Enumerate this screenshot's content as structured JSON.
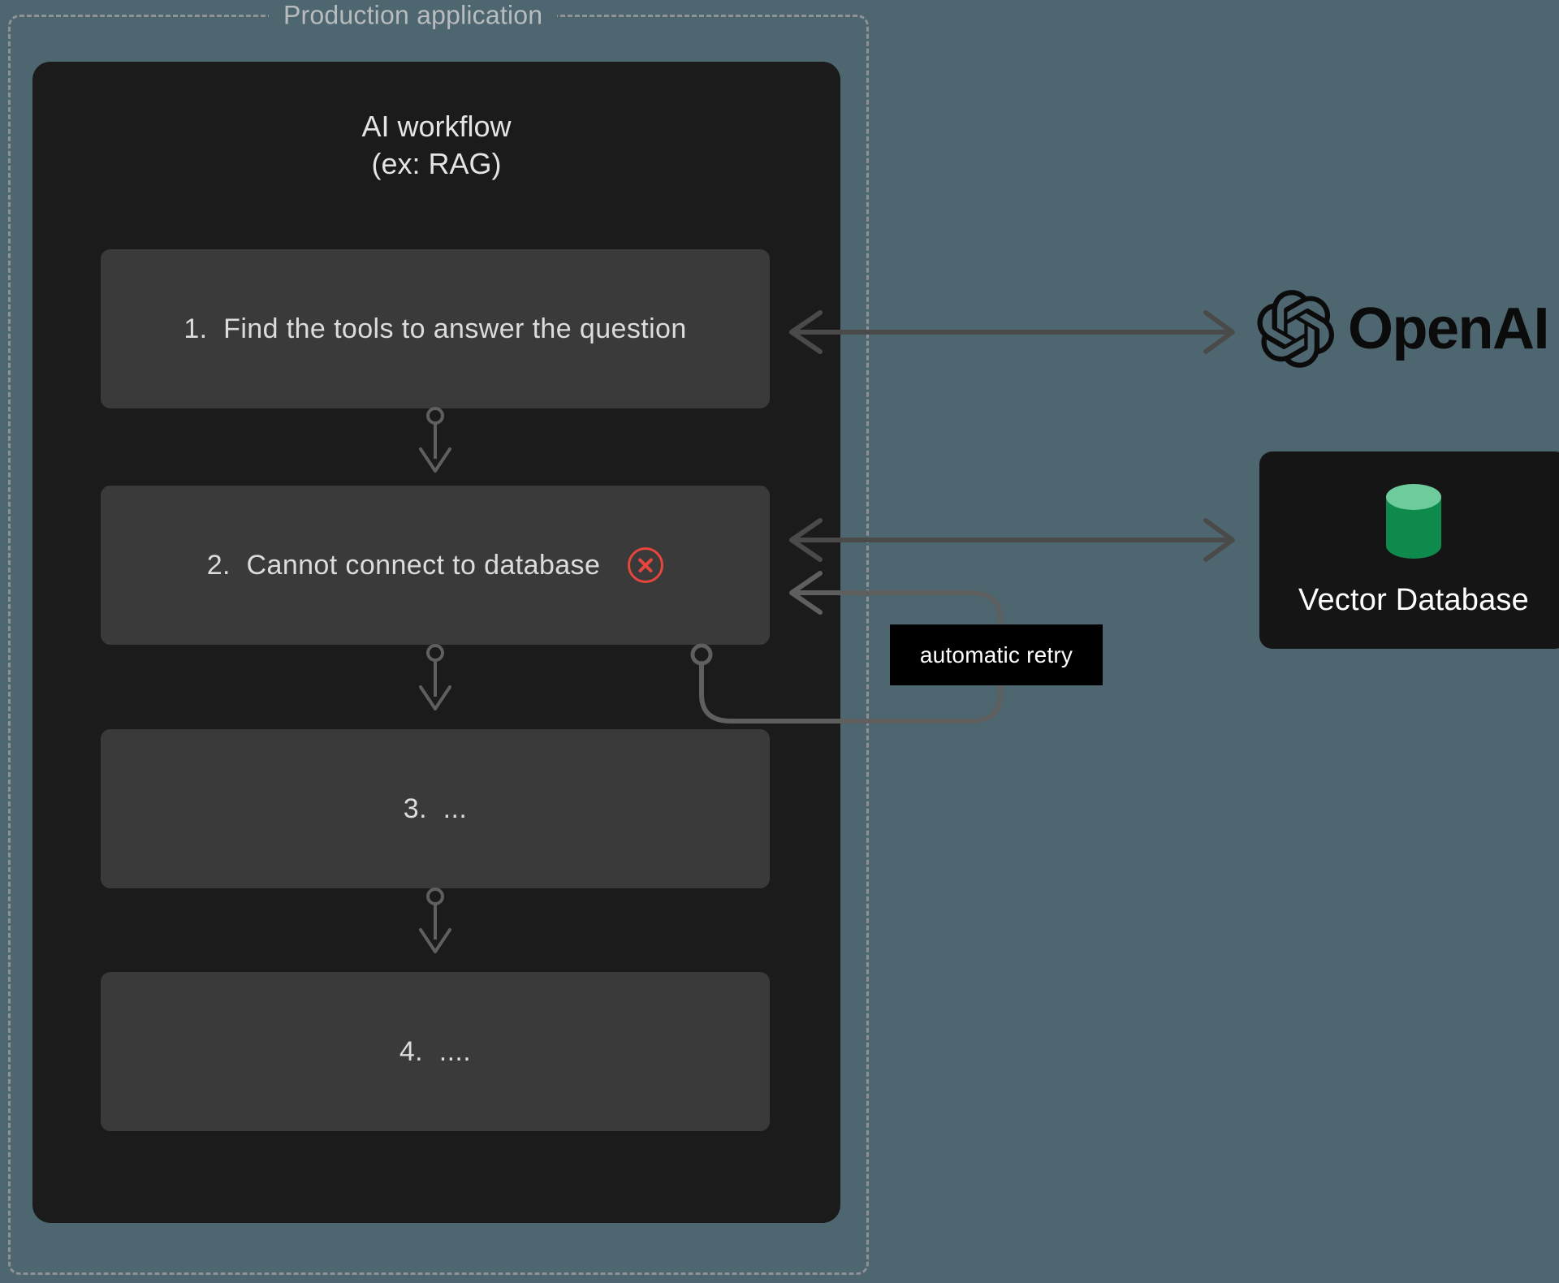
{
  "diagram": {
    "boundary_label": "Production application",
    "background_color": "#4d6670",
    "boundary_color": "#8e9295"
  },
  "workflow": {
    "title": "AI workflow\n(ex: RAG)",
    "panel_color": "#1b1b1b",
    "step_color": "#3a3a3a",
    "steps": [
      {
        "id": "step-1",
        "label": "1.  Find the tools to answer the question",
        "status": "ok"
      },
      {
        "id": "step-2",
        "label": "2.  Cannot connect to database",
        "status": "error"
      },
      {
        "id": "step-3",
        "label": "3.  ...",
        "status": "ok"
      },
      {
        "id": "step-4",
        "label": "4.  ....",
        "status": "ok"
      }
    ]
  },
  "services": {
    "openai": {
      "name": "OpenAI",
      "logo_color": "#0b0b0b",
      "icon": "openai-logo-icon"
    },
    "vector_database": {
      "name": "Vector Database",
      "card_color": "#151515",
      "icon": "database-cylinder-icon",
      "icon_top_color": "#6dcb9c",
      "icon_body_color": "#0f8a4d"
    }
  },
  "annotations": {
    "retry_label": "automatic retry",
    "retry_tag_bg": "#000000"
  },
  "connectors": {
    "arrow_color": "#4a4a4a",
    "loop_color": "#5f5f5f",
    "error_color": "#e8453c",
    "items": [
      {
        "name": "step1-to-step2",
        "type": "down-arrow"
      },
      {
        "name": "step2-to-step3",
        "type": "down-arrow"
      },
      {
        "name": "step3-to-step4",
        "type": "down-arrow"
      },
      {
        "name": "step1-to-openai",
        "type": "bidirectional"
      },
      {
        "name": "step2-to-vector-database",
        "type": "bidirectional"
      },
      {
        "name": "step2-retry-loop",
        "type": "loop-back"
      }
    ]
  }
}
